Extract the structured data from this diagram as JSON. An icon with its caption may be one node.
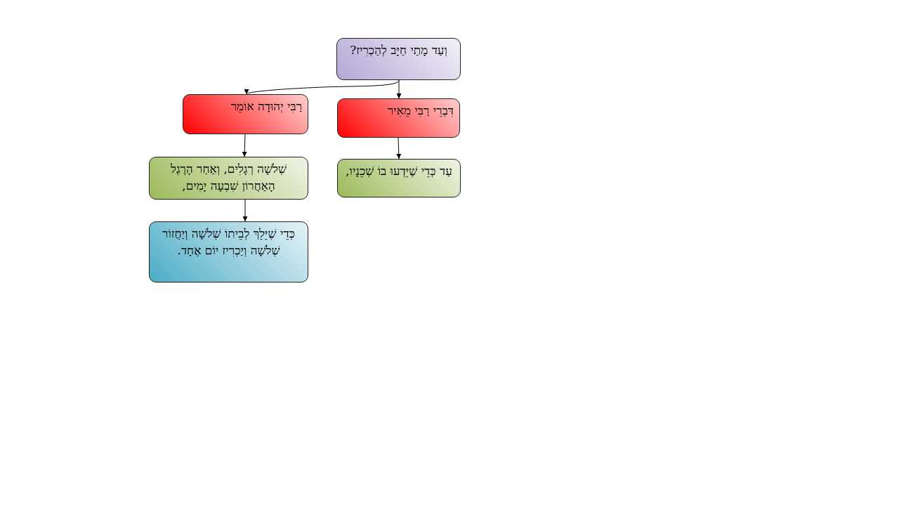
{
  "diagram": {
    "nodes": [
      {
        "text": [
          "וְעַד מָתַי חַיָּב לְהַכְרִיז?"
        ]
      },
      {
        "text": [
          "דִּבְרֵי רַבִּי מֵאִיר"
        ]
      },
      {
        "text": [
          "עַד כְּדֵי שֶׁיֵּדְעוּ בוֹ שְׁכֵנָיו,"
        ]
      },
      {
        "text": [
          "רַבִּי יְהוּדָה אוֹמֵר"
        ]
      },
      {
        "text": [
          "שְׁלֹשָׁה רְגָלִים, וְאַחַר הָרֶגֶל הָאַחֲרוֹן שִׁבְעָה יָמִים,"
        ]
      },
      {
        "text": [
          "כְּדֵי שֶׁיֵּלֵךְ לְבֵיתוֹ שְׁלֹשָׁה וְיַחֲזוֹר שְׁלֹשָׁה וְיַכְרִיז יוֹם אֶחָד."
        ]
      }
    ],
    "edges": [
      {
        "from": 0,
        "to": 1,
        "arrow": "to"
      },
      {
        "from": 0,
        "to": 3,
        "arrow": "to"
      },
      {
        "from": 1,
        "to": 2,
        "arrow": "to"
      },
      {
        "from": 3,
        "to": 4,
        "arrow": "to"
      },
      {
        "from": 4,
        "to": 5,
        "arrow": "to"
      }
    ]
  }
}
